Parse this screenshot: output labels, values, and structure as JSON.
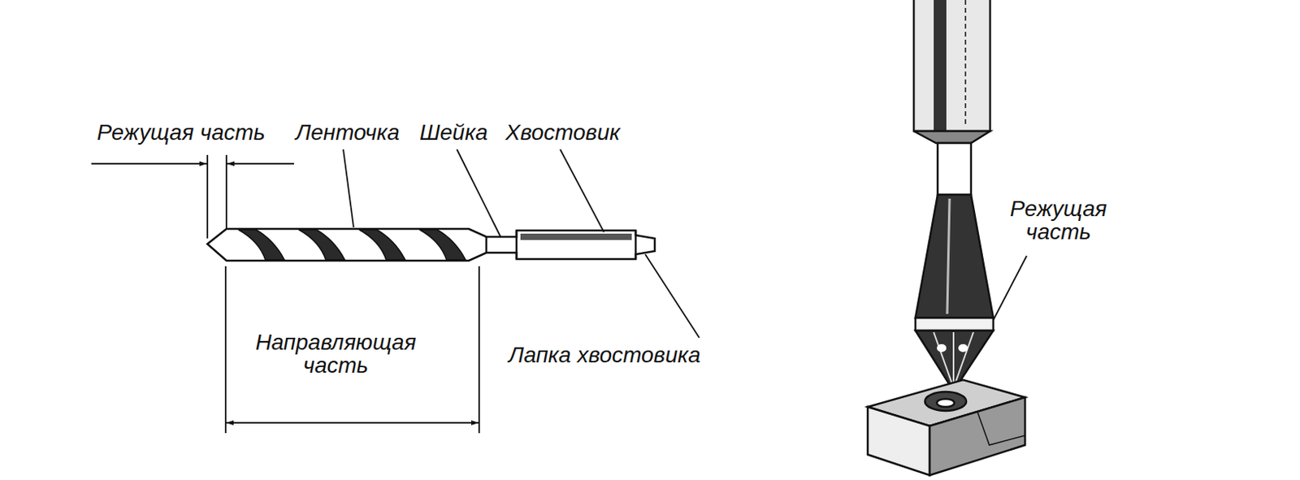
{
  "diagram": {
    "labels": [
      "Режущая часть",
      "Ленточка",
      "Шейка",
      "Хвостовик",
      "Направляющая часть",
      "Лапка хвостовика",
      "Режущая часть"
    ]
  }
}
